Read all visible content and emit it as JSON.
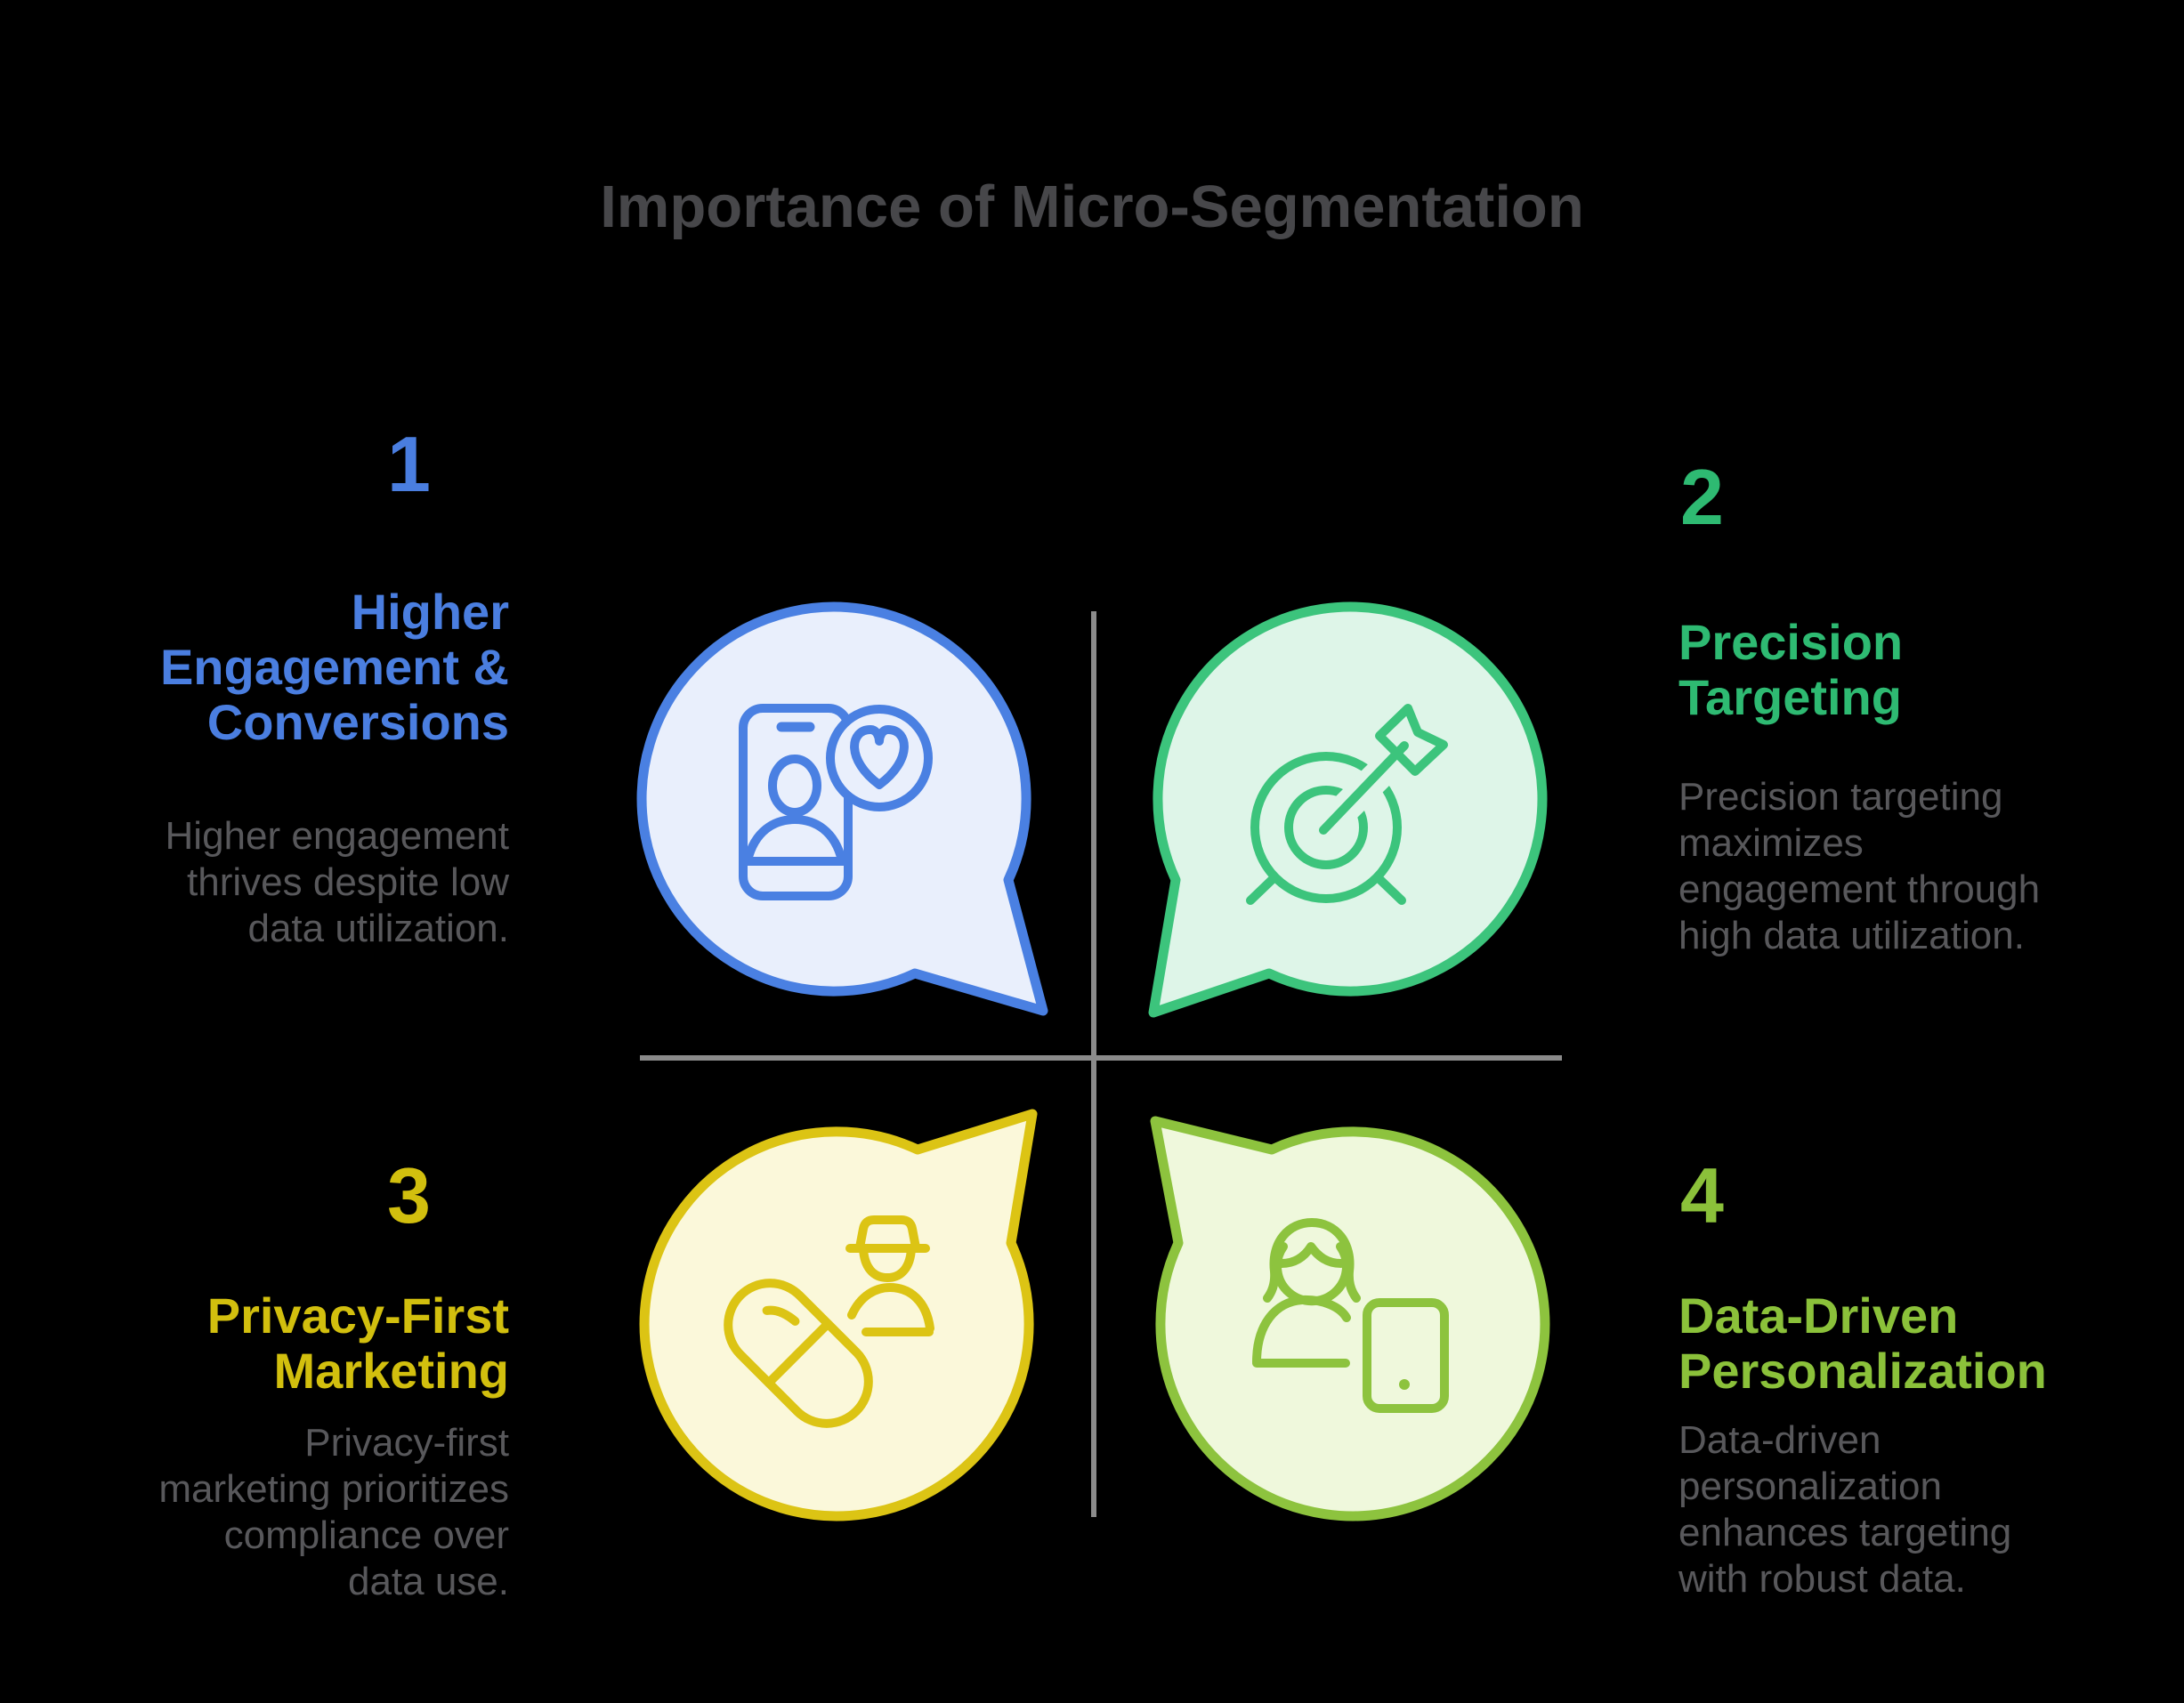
{
  "title": "Importance of Micro-Segmentation",
  "sections": [
    {
      "number": "1",
      "heading_lines": [
        "Higher",
        "Engagement &",
        "Conversions"
      ],
      "desc_lines": [
        "Higher engagement",
        "thrives despite low",
        "data utilization."
      ],
      "accent_color": "#4a7ee0",
      "icon": "phone-heart-icon"
    },
    {
      "number": "2",
      "heading_lines": [
        "Precision",
        "Targeting"
      ],
      "desc_lines": [
        "Precision targeting",
        "maximizes",
        "engagement through",
        "high data utilization."
      ],
      "accent_color": "#2eba72",
      "icon": "target-arrow-icon"
    },
    {
      "number": "3",
      "heading_lines": [
        "Privacy-First",
        "Marketing"
      ],
      "desc_lines": [
        "Privacy-first",
        "marketing prioritizes",
        "compliance over",
        "data use."
      ],
      "accent_color": "#d2bf0e",
      "icon": "pill-incognito-icon"
    },
    {
      "number": "4",
      "heading_lines": [
        "Data-Driven",
        "Personalization"
      ],
      "desc_lines": [
        "Data-driven",
        "personalization",
        "enhances targeting",
        "with robust data."
      ],
      "accent_color": "#8bc13a",
      "icon": "woman-tablet-icon"
    }
  ],
  "colors": {
    "background": "#000000",
    "title_text": "#47474a",
    "description_text": "#58585b",
    "divider": "#8b8b8b",
    "blue_stroke": "#4a80e2",
    "blue_fill": "#e9effc",
    "green_stroke": "#3cc47c",
    "green_fill": "#def5e8",
    "yellow_stroke": "#dcc414",
    "yellow_fill": "#fbf8da",
    "lime_stroke": "#8dc33e",
    "lime_fill": "#eff8dc"
  }
}
